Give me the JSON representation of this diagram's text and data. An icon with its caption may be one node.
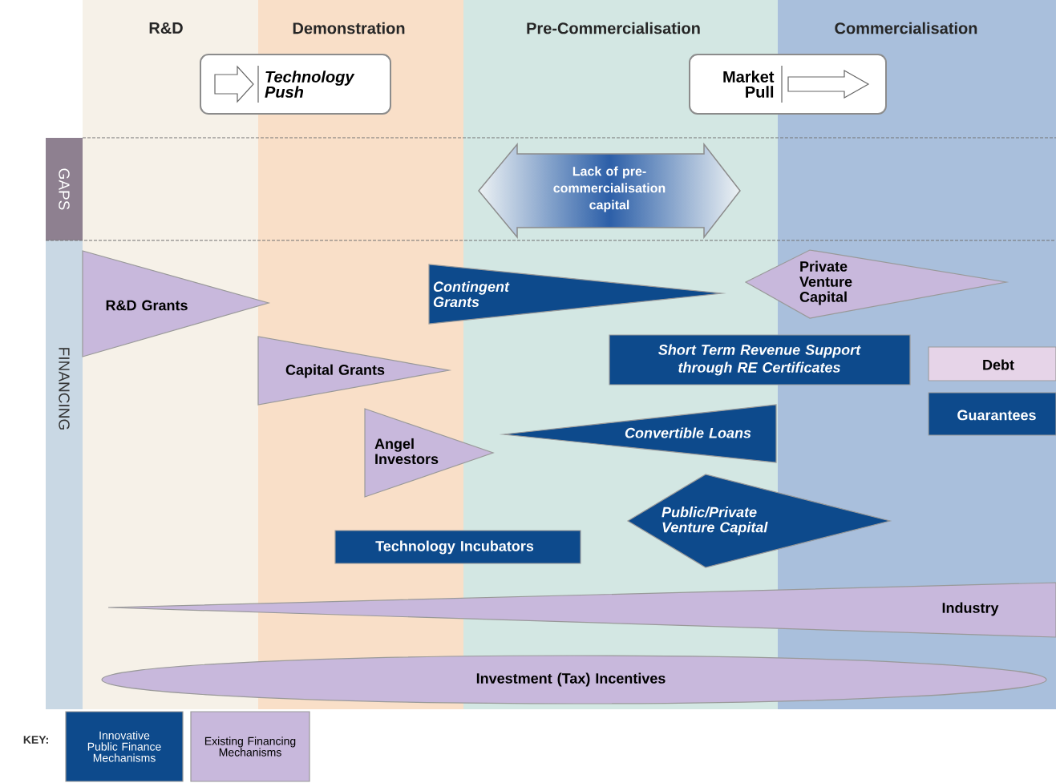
{
  "diagram": {
    "nodes": [
      {
        "text": [
          "R&D"
        ]
      },
      {
        "text": [
          "Demonstration"
        ]
      },
      {
        "text": [
          "Pre-Commercialisation"
        ]
      },
      {
        "text": [
          "Commercialisation"
        ]
      },
      {
        "text": [
          "GAPS"
        ]
      },
      {
        "text": [
          "FINANCING"
        ]
      },
      {
        "text": [
          "Technology Push"
        ]
      },
      {
        "text": [
          "Market Pull"
        ]
      },
      {
        "text": [
          "Lack of pre-commercialisation capital"
        ],
        "in": 2
      },
      {
        "text": [
          "R&D Grants"
        ],
        "in": 0
      },
      {
        "text": [
          "Contingent Grants"
        ]
      },
      {
        "text": [
          "Private Venture Capital"
        ]
      },
      {
        "text": [
          "Short Term Revenue Support through RE Certificates"
        ]
      },
      {
        "text": [
          "Capital Grants"
        ],
        "in": 1
      },
      {
        "text": [
          "Debt"
        ],
        "in": 3
      },
      {
        "text": [
          "Guarantees"
        ],
        "in": 3
      },
      {
        "text": [
          "Angel Investors"
        ]
      },
      {
        "text": [
          "Convertible Loans"
        ],
        "in": 2
      },
      {
        "text": [
          "Public/Private Venture Capital"
        ]
      },
      {
        "text": [
          "Technology Incubators"
        ]
      },
      {
        "text": [
          "Industry"
        ]
      },
      {
        "text": [
          "Investment (Tax) Incentives"
        ]
      }
    ],
    "labels": [
      "KEY:"
    ],
    "legend": [
      {
        "text": "Innovative Public Finance Mechanisms",
        "color": "#0d4a8c"
      },
      {
        "text": "Existing Financing Mechanisms",
        "color": "#c8b8dc"
      }
    ]
  }
}
